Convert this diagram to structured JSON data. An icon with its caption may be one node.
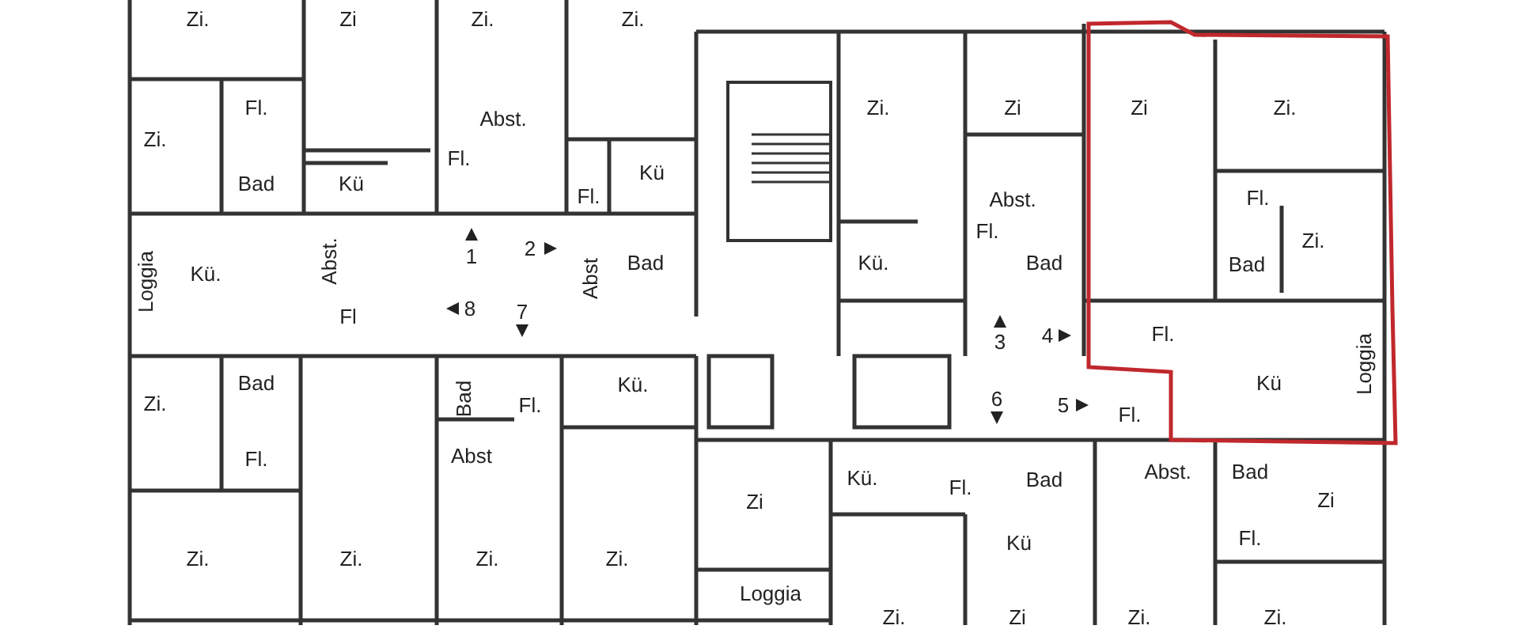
{
  "diagram": {
    "labels": [
      "Zi.",
      "Zi",
      "Zi.",
      "Zi.",
      "Fl.",
      "Abst.",
      "Zi.",
      "Zi",
      "Zi",
      "Zi.",
      "Zi.",
      "Fl.",
      "Kü",
      "Bad",
      "Kü",
      "Fl.",
      "Abst.",
      "Fl.",
      "Fl.",
      "Zi.",
      "1",
      "2",
      "Loggia",
      "Kü.",
      "Abst.",
      "Abst",
      "Bad",
      "Kü.",
      "Bad",
      "Bad",
      "Fl",
      "8",
      "7",
      "3",
      "4",
      "Fl.",
      "Kü",
      "Loggia",
      "Zi.",
      "Bad",
      "Bad",
      "Fl.",
      "Kü.",
      "6",
      "5",
      "Fl.",
      "Fl.",
      "Abst",
      "Kü.",
      "Abst.",
      "Bad",
      "Fl.",
      "Bad",
      "Zi",
      "Zi",
      "Kü",
      "Fl.",
      "Zi.",
      "Zi.",
      "Zi.",
      "Zi.",
      "Loggia",
      "Zi.",
      "Zi",
      "Zi.",
      "Zi."
    ]
  }
}
